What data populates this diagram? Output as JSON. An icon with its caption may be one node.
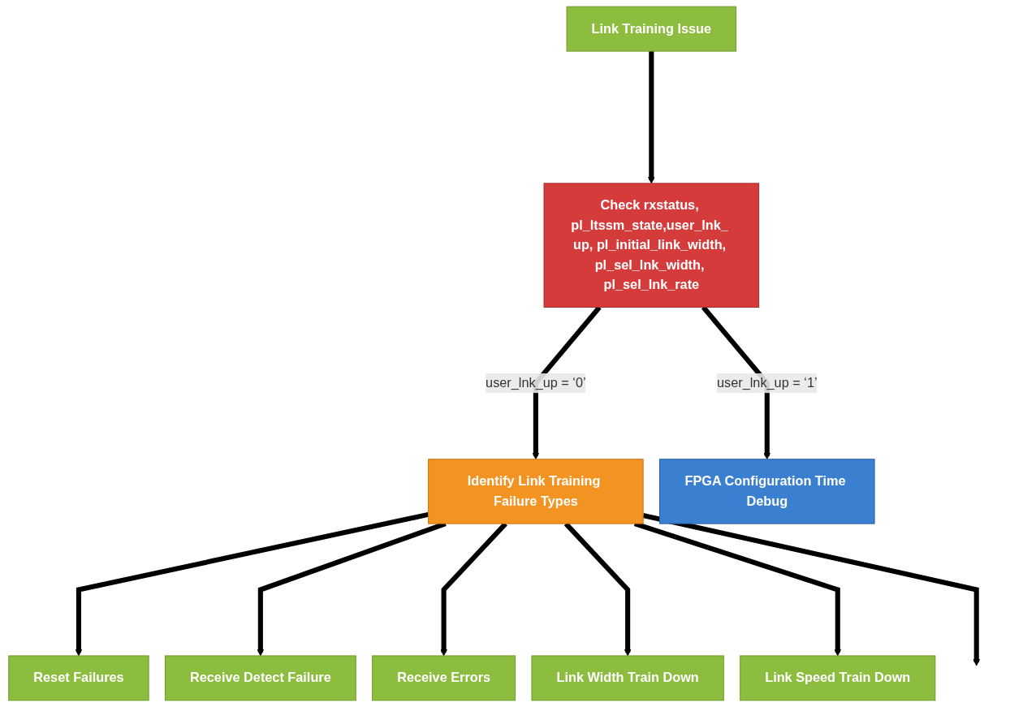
{
  "diagram": {
    "nodes": [
      {
        "text": [
          "Link Training Issue"
        ]
      },
      {
        "text": [
          "Check rxstatus, pl_ltssm_state,user_lnk_ up, pl_initial_link_width, pl_sel_lnk_width, pl_sel_lnk_rate"
        ]
      },
      {
        "text": [
          "Identify Link Training Failure Types"
        ]
      },
      {
        "text": [
          "FPGA Configuration Time Debug"
        ]
      },
      {
        "text": [
          "Reset Failures"
        ]
      },
      {
        "text": [
          "Receive Detect Failure"
        ]
      },
      {
        "text": [
          "Receive Errors"
        ]
      },
      {
        "text": [
          "Link Width Train Down"
        ]
      },
      {
        "text": [
          "Link Speed Train Down"
        ]
      }
    ],
    "edges": [
      {
        "from": 0,
        "to": 1,
        "arrow": "to"
      },
      {
        "from": 1,
        "to": 2,
        "label": "user_lnk_up = ‘0’",
        "arrow": "to"
      },
      {
        "from": 1,
        "to": 3,
        "label": "user_lnk_up = ‘1’",
        "arrow": "to"
      },
      {
        "from": 2,
        "to": 4,
        "arrow": "to"
      },
      {
        "from": 2,
        "to": 5,
        "arrow": "to"
      },
      {
        "from": 2,
        "to": 6,
        "arrow": "to"
      },
      {
        "from": 2,
        "to": 7,
        "arrow": "to"
      },
      {
        "from": 2,
        "to": 8,
        "arrow": "to"
      },
      {
        "from": 2,
        "to": null,
        "arrow": "to"
      }
    ]
  }
}
